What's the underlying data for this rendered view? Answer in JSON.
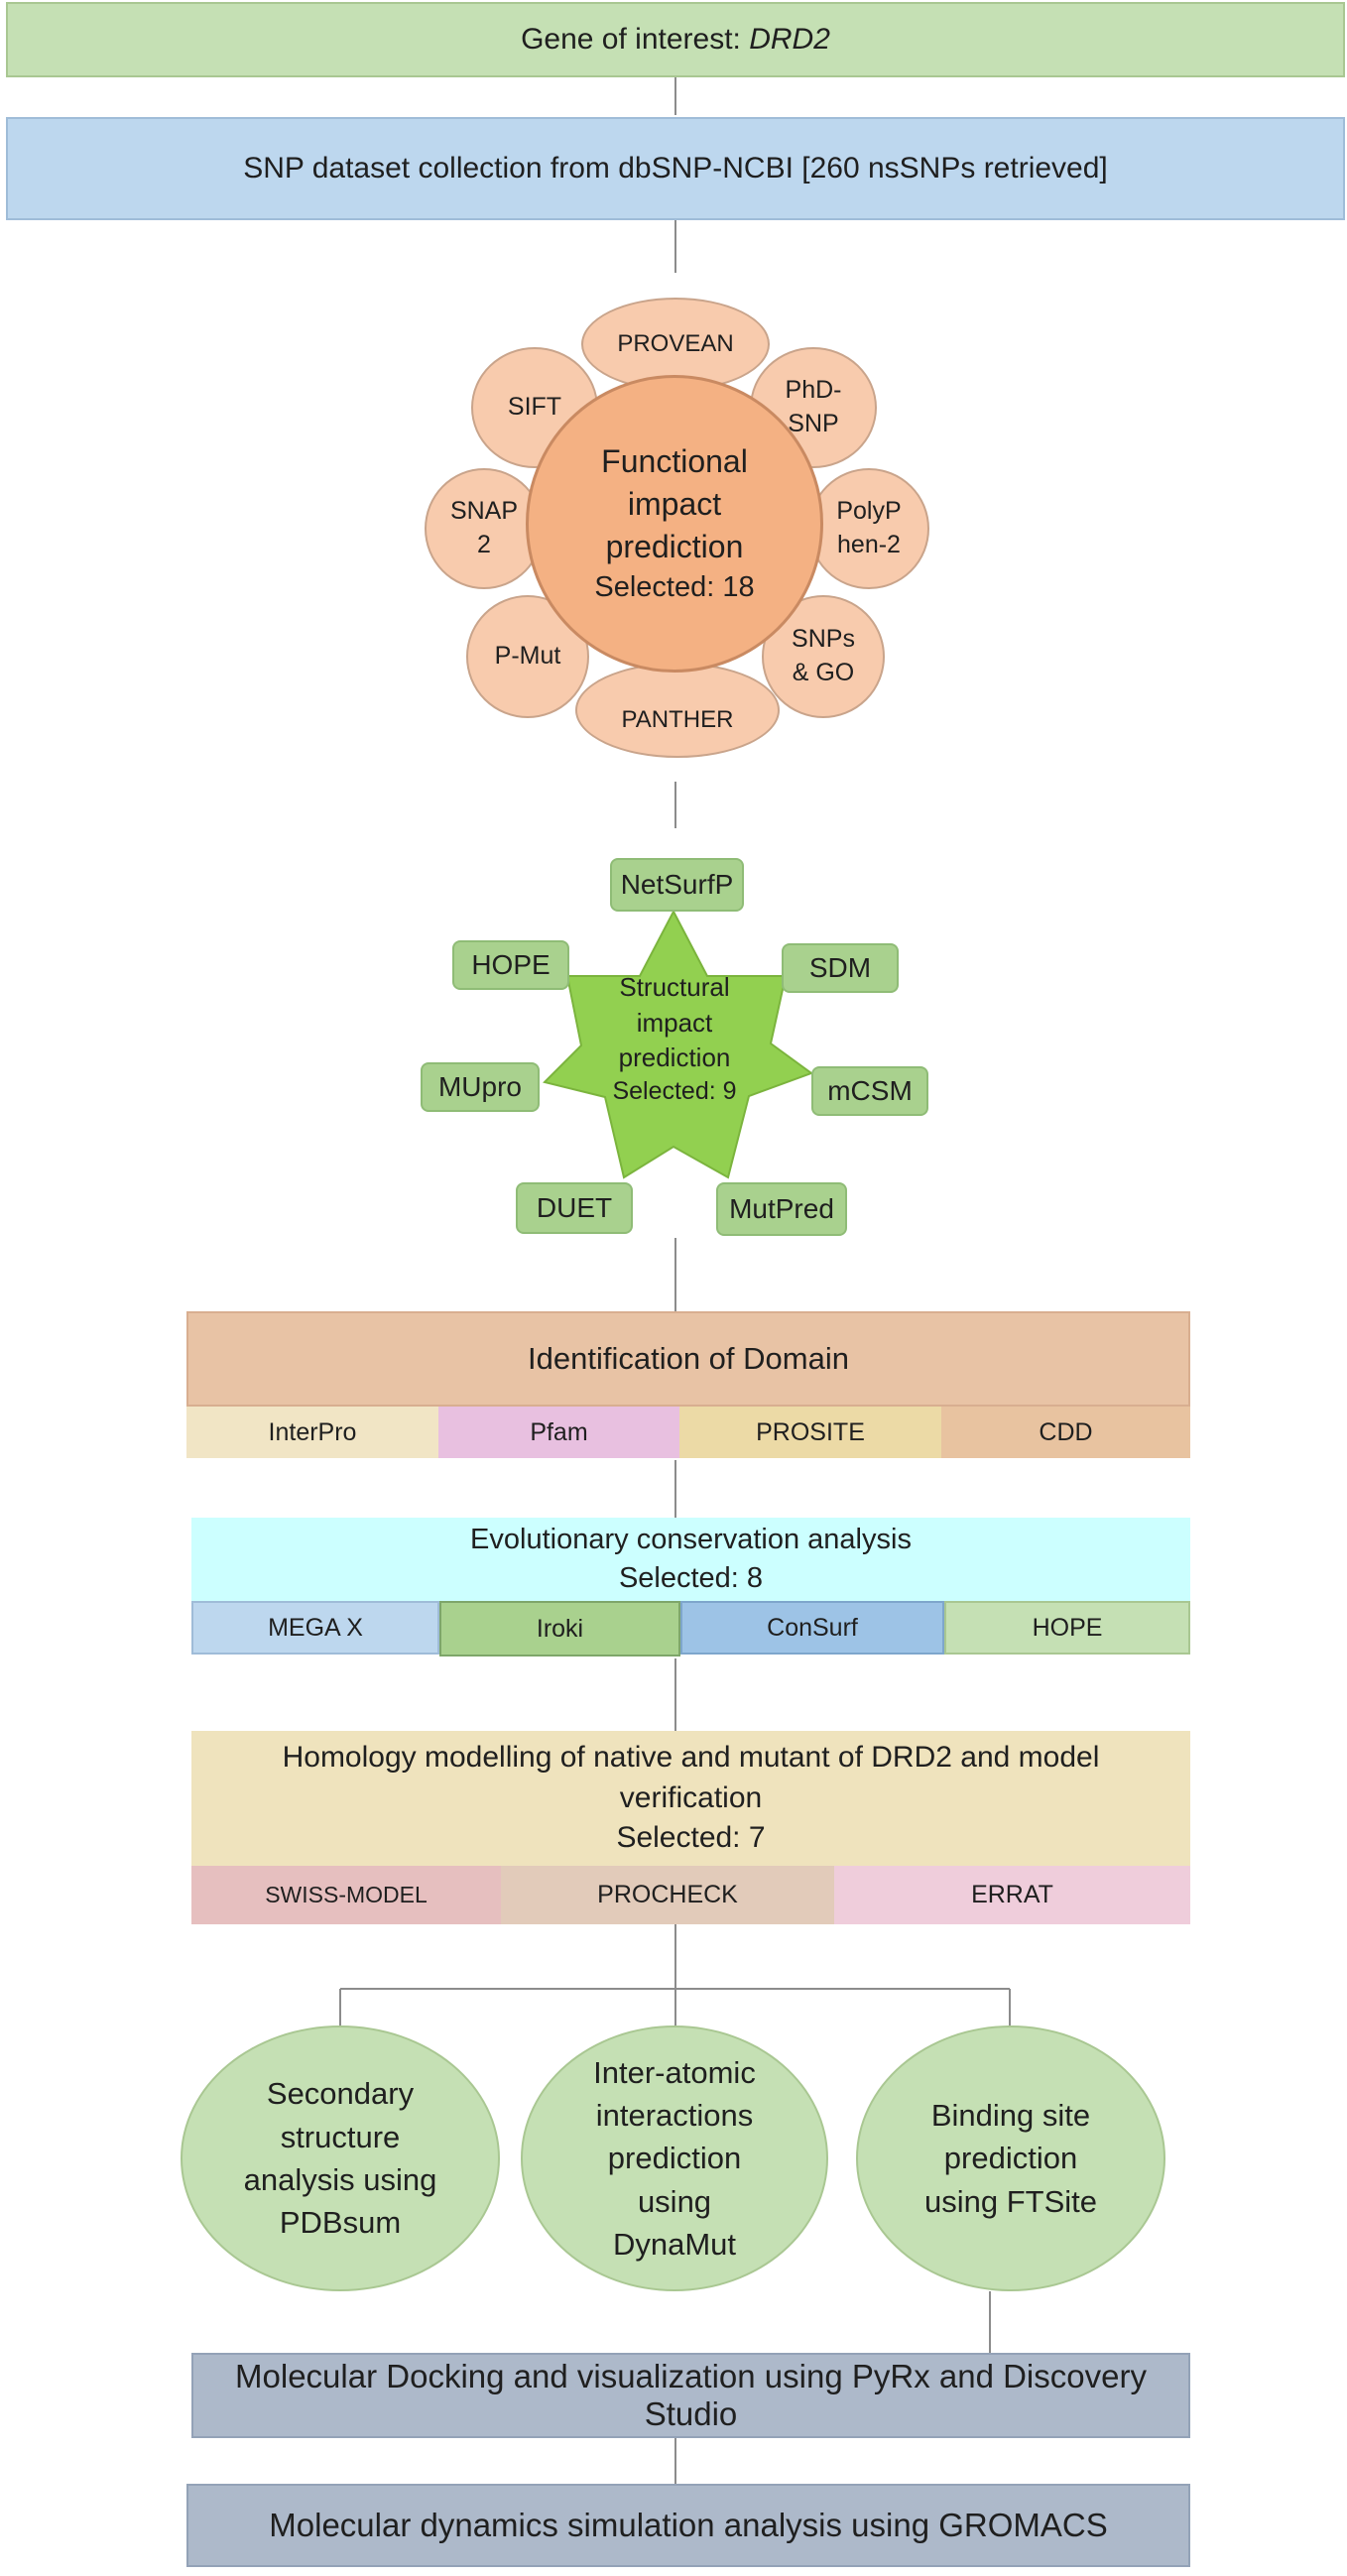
{
  "gene": {
    "label": "Gene of interest: ",
    "name": "DRD2"
  },
  "snp_collection": "SNP dataset collection from dbSNP-NCBI [260 nsSNPs retrieved]",
  "functional": {
    "title_lines": [
      "Functional",
      "impact",
      "prediction"
    ],
    "selected": "Selected: 18",
    "tools": {
      "provean": "PROVEAN",
      "sift": "SIFT",
      "phd_snp": [
        "PhD-",
        "SNP"
      ],
      "snap2": [
        "SNAP",
        "2"
      ],
      "polyphen2": [
        "PolyP",
        "hen-2"
      ],
      "pmut": "P-Mut",
      "snps_go": [
        "SNPs",
        "& GO"
      ],
      "panther": "PANTHER"
    }
  },
  "structural": {
    "title_lines": [
      "Structural",
      "impact",
      "prediction"
    ],
    "selected": "Selected: 9",
    "tools": {
      "netsurfp": "NetSurfP",
      "hope": "HOPE",
      "sdm": "SDM",
      "mupro": "MUpro",
      "mcsm": "mCSM",
      "duet": "DUET",
      "mutpred": "MutPred"
    }
  },
  "domain": {
    "title": "Identification of Domain",
    "tools": [
      "InterPro",
      "Pfam",
      "PROSITE",
      "CDD"
    ]
  },
  "evolution": {
    "title": "Evolutionary conservation analysis",
    "selected": "Selected: 8",
    "tools": [
      "MEGA X",
      "Iroki",
      "ConSurf",
      "HOPE"
    ]
  },
  "homology": {
    "title_lines": [
      "Homology modelling of native and mutant of DRD2 and model",
      "verification"
    ],
    "selected": "Selected: 7",
    "tools": [
      "SWISS-MODEL",
      "PROCHECK",
      "ERRAT"
    ]
  },
  "analyses": {
    "secondary": [
      "Secondary",
      "structure",
      "analysis using",
      "PDBsum"
    ],
    "interatomic": [
      "Inter-atomic",
      "interactions",
      "prediction",
      "using",
      "DynaMut"
    ],
    "binding": [
      "Binding site",
      "prediction",
      "using FTSite"
    ]
  },
  "docking": "Molecular Docking and visualization using PyRx and Discovery Studio",
  "dynamics": "Molecular dynamics simulation analysis using GROMACS",
  "colors": {
    "green_band": "#c5e0b4",
    "blue_band": "#bdd7ee",
    "orange_circle": "#f8cbad",
    "orange_center": "#f4b183",
    "star_green": "#92d050",
    "tag_green": "#a9d18e",
    "domain_header": "#e8c3a5",
    "cyan_header": "#ccffff",
    "homology_header": "#efe3bd",
    "slate_box": "#adb9ca"
  }
}
